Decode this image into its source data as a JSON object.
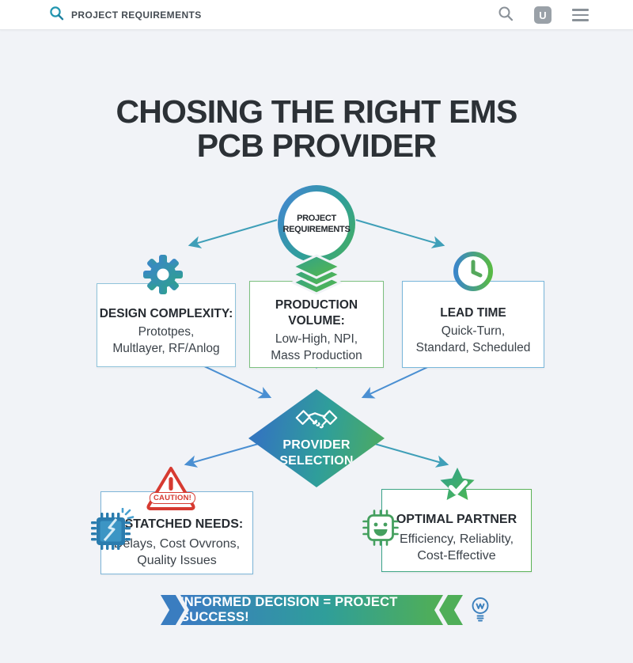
{
  "topbar": {
    "search_query": "PROJECT REQUIREMENTS",
    "badge_letter": "U",
    "icons": [
      "search-icon-teal",
      "search-icon",
      "u-badge",
      "menu-icon"
    ]
  },
  "title": {
    "line1": "CHOSING THE RIGHT EMS",
    "line2": "PCB PROVIDER"
  },
  "flow": {
    "root": {
      "line1": "PROJECT",
      "line2": "REQUIREMENTS"
    },
    "factors": [
      {
        "icon": "gear-icon",
        "heading": "DESIGN COMPLEXITY:",
        "line1": "Prototpes,",
        "line2": "Multlayer, RF/Anlog"
      },
      {
        "icon": "layers-icon",
        "heading": "PRODUCTION VOLUME:",
        "line1": "Low-High, NPI,",
        "line2": "Mass Production"
      },
      {
        "icon": "clock-icon",
        "heading": "LEAD TIME",
        "line1": "Quick-Turn,",
        "line2": "Standard, Scheduled"
      }
    ],
    "decision": {
      "icon": "handshake-icon",
      "line1": "PROVIDER",
      "line2": "SELECTION"
    },
    "outcomes": [
      {
        "icon": "broken-chip-icon",
        "badge": "CAUTION!",
        "heading": "MISTATCHED NEEDS:",
        "line1": "Delays, Cost Ovvrons,",
        "line2": "Quality Issues"
      },
      {
        "icon": "happy-chip-icon",
        "heading": "OPTIMAL PARTNER",
        "line1": "Efficiency, Reliablity,",
        "line2": "Cost-Effective"
      }
    ],
    "banner": {
      "text": "INFORMED DECISION = PROJECT SUCCESS!",
      "icon": "lightbulb-icon"
    }
  },
  "colors": {
    "bg": "#f1f3f7",
    "ink": "#2c3136",
    "body-text": "#3b4249",
    "blue": "#3a7dc0",
    "teal": "#2f9e9a",
    "green": "#4fae58",
    "red": "#d63a31",
    "border-blue": "#7db5d8",
    "border-green": "#6cbc72",
    "gray-icon": "#8a9198"
  }
}
